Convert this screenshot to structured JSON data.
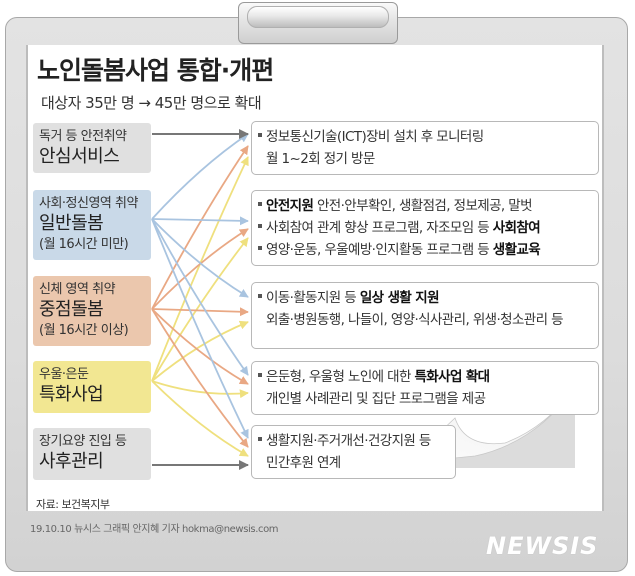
{
  "title": "노인돌봄사업 통합·개편",
  "subtitle": "대상자 35만 명 → 45만 명으로 확대",
  "sources": [
    {
      "desc": "독거 등 안전취약",
      "name": "안심서비스",
      "note": "",
      "color": "#e0e0e0"
    },
    {
      "desc": "사회·정신영역 취약",
      "name": "일반돌봄",
      "note": "(월 16시간 미만)",
      "color": "#c9d9e8"
    },
    {
      "desc": "신체 영역 취약",
      "name": "중점돌봄",
      "note": "(월 16시간 이상)",
      "color": "#ebc7ad"
    },
    {
      "desc": "우울·은둔",
      "name": "특화사업",
      "note": "",
      "color": "#f2e792"
    },
    {
      "desc": "장기요양 진입 등",
      "name": "사후관리",
      "note": "",
      "color": "#e0e0e0"
    }
  ],
  "services": [
    {
      "lines": [
        {
          "bullet": true,
          "parts": [
            {
              "t": "정보통신기술(ICT)장비 설치 후 모니터링",
              "b": false
            }
          ]
        },
        {
          "bullet": false,
          "parts": [
            {
              "t": "월 1~2회  정기 방문",
              "b": false
            }
          ]
        }
      ]
    },
    {
      "lines": [
        {
          "bullet": true,
          "parts": [
            {
              "t": "안전지원",
              "b": true
            },
            {
              "t": " 안전·안부확인, 생활점검, 정보제공, 말벗",
              "b": false
            }
          ]
        },
        {
          "bullet": true,
          "parts": [
            {
              "t": "사회참여 관계 향상 프로그램, 자조모임 등 ",
              "b": false
            },
            {
              "t": "사회참여",
              "b": true
            }
          ]
        },
        {
          "bullet": true,
          "parts": [
            {
              "t": "영양·운동, 우울예방·인지활동 프로그램 등 ",
              "b": false
            },
            {
              "t": "생활교육",
              "b": true
            }
          ]
        }
      ]
    },
    {
      "lines": [
        {
          "bullet": true,
          "parts": [
            {
              "t": "이동·활동지원 등 ",
              "b": false
            },
            {
              "t": "일상 생활 지원",
              "b": true
            }
          ]
        },
        {
          "bullet": false,
          "parts": [
            {
              "t": "외출·병원동행, 나들이, 영양·식사관리, 위생·청소관리 등",
              "b": false
            }
          ]
        }
      ]
    },
    {
      "lines": [
        {
          "bullet": true,
          "parts": [
            {
              "t": "은둔형, 우울형 노인에 대한 ",
              "b": false
            },
            {
              "t": "특화사업 확대",
              "b": true
            }
          ]
        },
        {
          "bullet": false,
          "parts": [
            {
              "t": "개인별 사례관리 및 집단 프로그램을 제공",
              "b": false
            }
          ]
        }
      ]
    },
    {
      "lines": [
        {
          "bullet": true,
          "parts": [
            {
              "t": "생활지원·주거개선·건강지원 등",
              "b": false
            }
          ]
        },
        {
          "bullet": false,
          "parts": [
            {
              "t": "민간후원 연계",
              "b": false
            }
          ]
        }
      ]
    }
  ],
  "connections": [
    {
      "from": 0,
      "to": 0,
      "color": "#777777"
    },
    {
      "from": 1,
      "to": 0,
      "color": "#a9c4e0"
    },
    {
      "from": 1,
      "to": 1,
      "color": "#a9c4e0"
    },
    {
      "from": 1,
      "to": 2,
      "color": "#a9c4e0"
    },
    {
      "from": 1,
      "to": 3,
      "color": "#a9c4e0"
    },
    {
      "from": 1,
      "to": 4,
      "color": "#a9c4e0"
    },
    {
      "from": 2,
      "to": 0,
      "color": "#e9a884"
    },
    {
      "from": 2,
      "to": 1,
      "color": "#e9a884"
    },
    {
      "from": 2,
      "to": 2,
      "color": "#e9a884"
    },
    {
      "from": 2,
      "to": 3,
      "color": "#e9a884"
    },
    {
      "from": 2,
      "to": 4,
      "color": "#e9a884"
    },
    {
      "from": 3,
      "to": 0,
      "color": "#efe07e"
    },
    {
      "from": 3,
      "to": 1,
      "color": "#efe07e"
    },
    {
      "from": 3,
      "to": 2,
      "color": "#efe07e"
    },
    {
      "from": 3,
      "to": 3,
      "color": "#efe07e"
    },
    {
      "from": 3,
      "to": 4,
      "color": "#efe07e"
    },
    {
      "from": 4,
      "to": 4,
      "color": "#777777"
    }
  ],
  "footer": {
    "source": "자료: 보건복지부",
    "credit": "19.10.10 뉴시스 그래픽 안지혜 기자 hokma@newsis.com",
    "logo": "NEWSIS"
  }
}
